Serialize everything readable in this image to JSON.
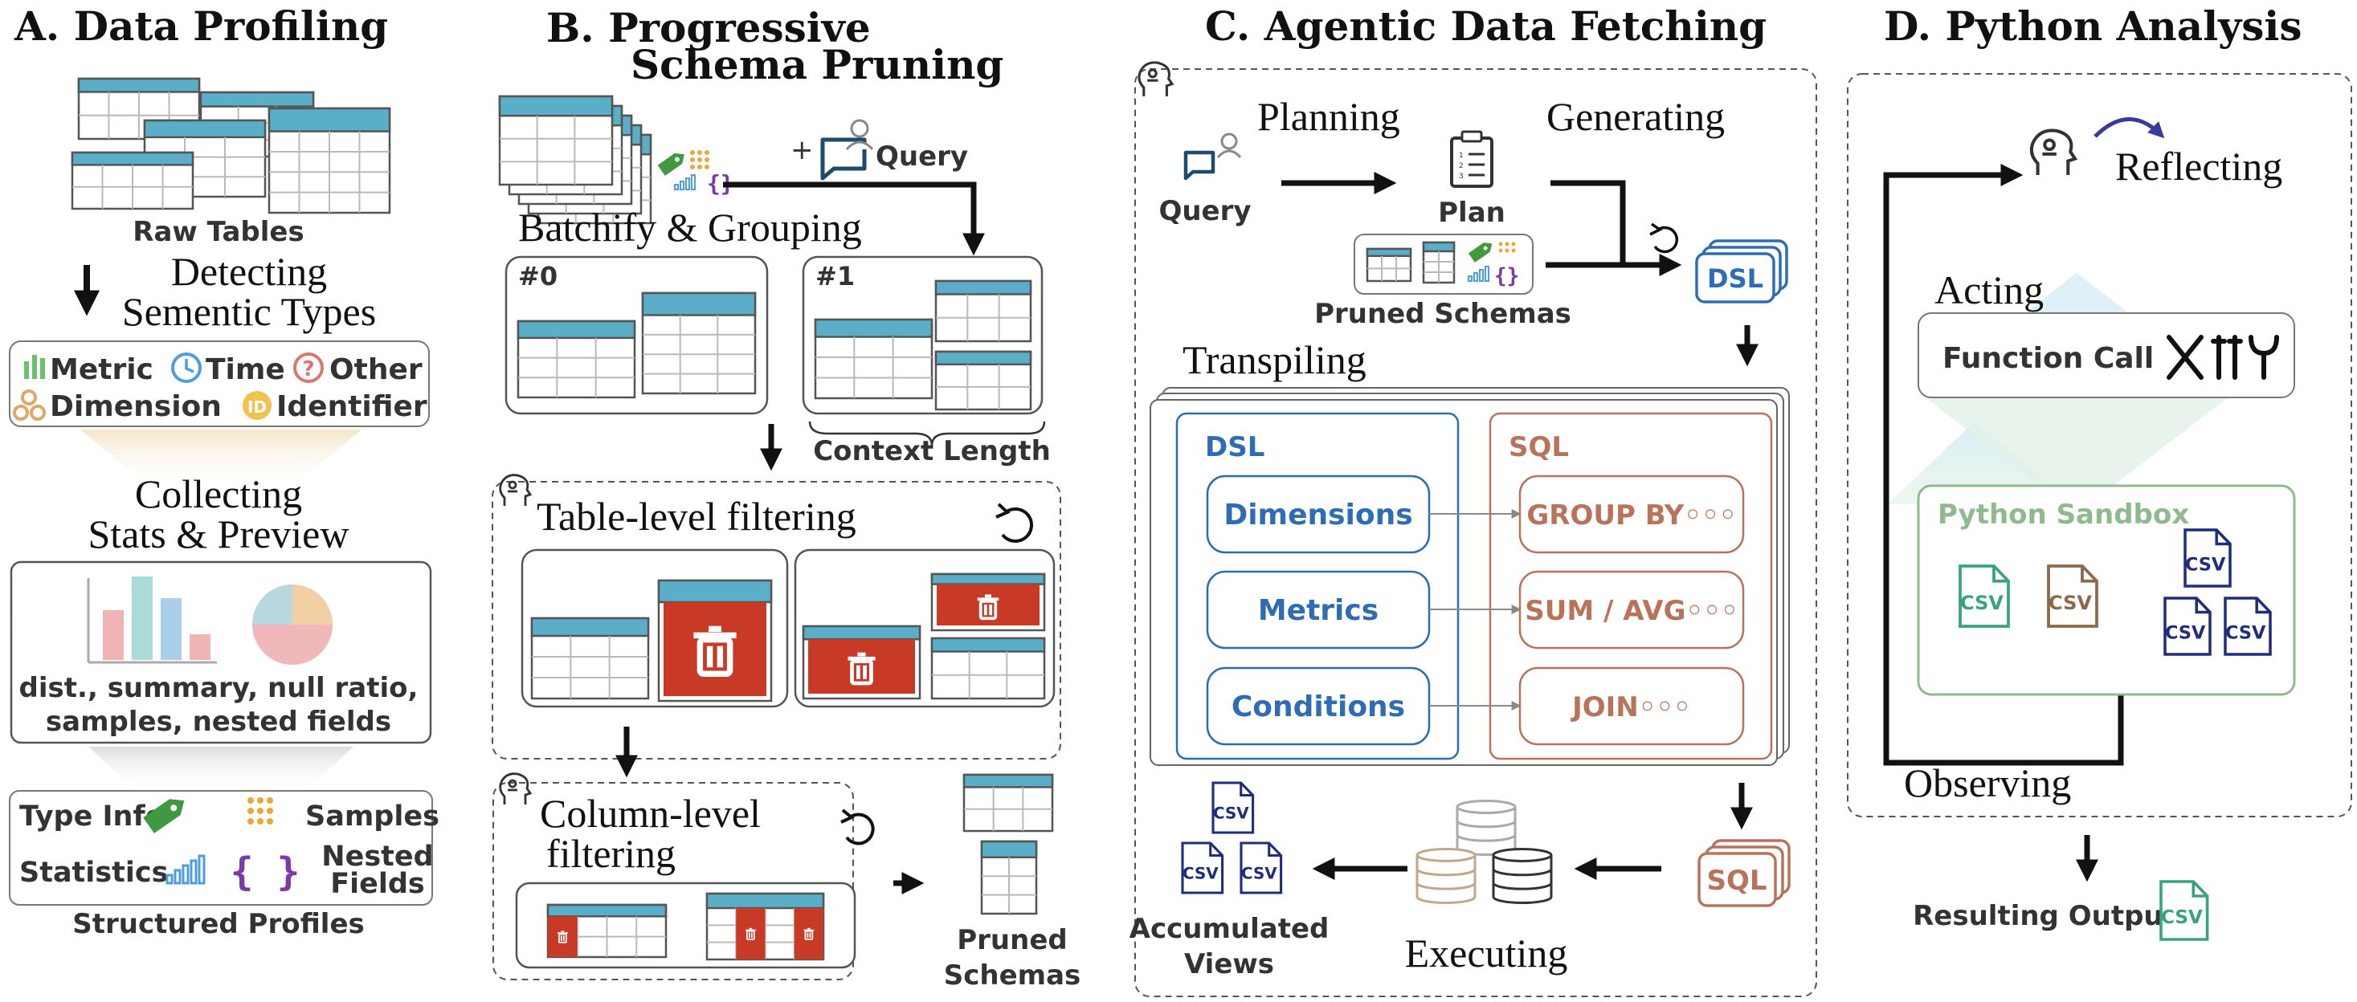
{
  "colors": {
    "table_header": "#5aaec8",
    "grid": "#b9b9b9",
    "delete_red": "#c93a26",
    "dsl_blue": "#2e6db4",
    "sql_brown": "#b9735a",
    "sandbox_green": "#8fb98f",
    "csv_navy": "#1f2d7a",
    "csv_green": "#3aa37a",
    "csv_brown": "#8b6a4a"
  },
  "panel_a": {
    "title": "A. Data Profiling",
    "raw_tables": "Raw Tables",
    "detecting": "Detecting",
    "semantic_types": "Sementic Types",
    "types": {
      "metric": "Metric",
      "time": "Time",
      "other": "Other",
      "dimension": "Dimension",
      "identifier": "Identifier",
      "id_badge": "ID"
    },
    "collecting": "Collecting",
    "stats_preview": "Stats & Preview",
    "stats_line1": "dist., summary, null ratio,",
    "stats_line2": "samples, nested fields",
    "profile": {
      "type_info": "Type Info",
      "samples": "Samples",
      "statistics": "Statistics",
      "nested": "Nested",
      "fields": "Fields"
    },
    "structured_profiles": "Structured Profiles"
  },
  "panel_b": {
    "title_line1": "B.     Progressive",
    "title_line2": "Schema Pruning",
    "plus": "+",
    "query": "Query",
    "batchify": "Batchify & Grouping",
    "group0": "#0",
    "group1": "#1",
    "context_length": "Context Length",
    "table_filter": "Table-level filtering",
    "column_filter_1": "Column-level",
    "column_filter_2": "filtering",
    "pruned_1": "Pruned",
    "pruned_2": "Schemas"
  },
  "panel_c": {
    "title": "C. Agentic Data Fetching",
    "planning": "Planning",
    "generating": "Generating",
    "query": "Query",
    "plan": "Plan",
    "pruned_schemas": "Pruned Schemas",
    "dsl_badge": "DSL",
    "transpiling": "Transpiling",
    "dsl_header": "DSL",
    "sql_header": "SQL",
    "dsl_items": [
      "Dimensions",
      "Metrics",
      "Conditions"
    ],
    "sql_items": [
      "GROUP BY◦◦◦",
      "SUM / AVG◦◦◦",
      "JOIN◦◦◦"
    ],
    "sql_badge": "SQL",
    "executing": "Executing",
    "accumulated_1": "Accumulated",
    "accumulated_2": "Views",
    "csv": "CSV"
  },
  "panel_d": {
    "title": "D. Python Analysis",
    "reflecting": "Reflecting",
    "acting": "Acting",
    "function_call": "Function Call",
    "sandbox": "Python Sandbox",
    "observing": "Observing",
    "resulting_output": "Resulting Output",
    "csv": "CSV"
  }
}
